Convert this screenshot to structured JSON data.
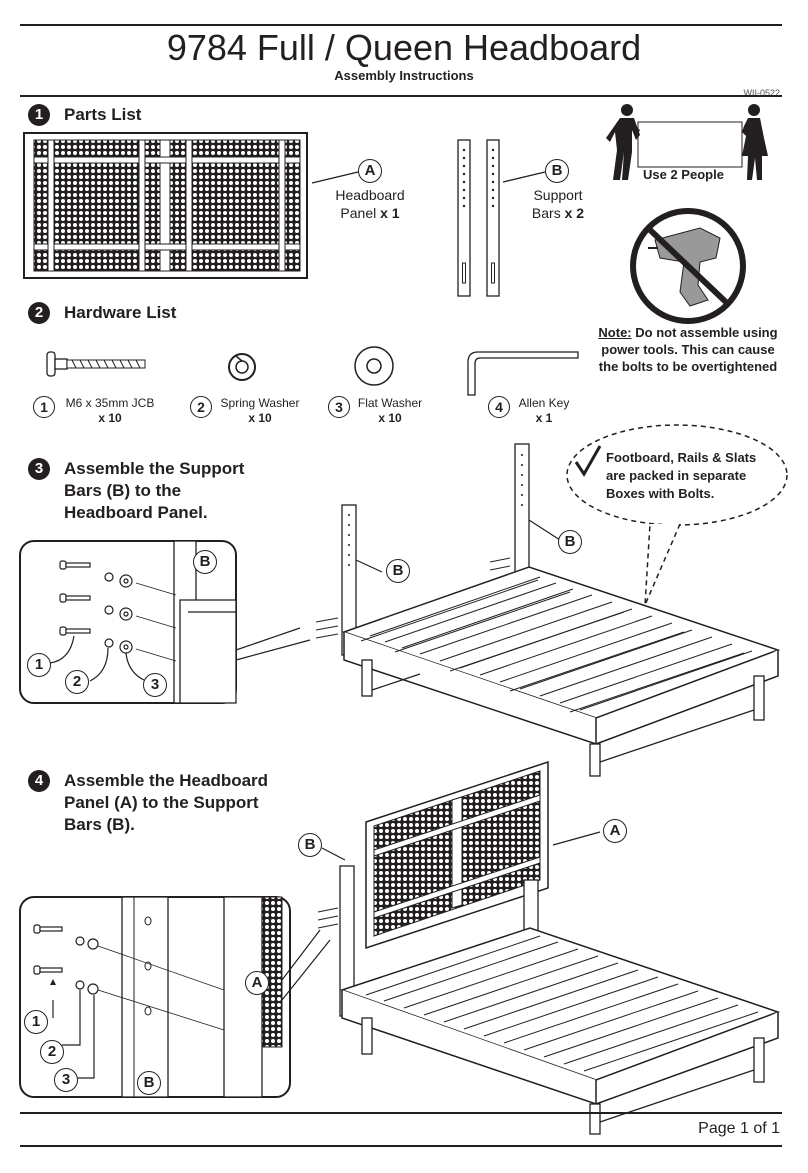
{
  "header": {
    "title": "9784 Full / Queen Headboard",
    "subtitle": "Assembly Instructions",
    "code": "WII-0522"
  },
  "steps": [
    {
      "number": "1",
      "heading": "Parts List"
    },
    {
      "number": "2",
      "heading": "Hardware List"
    },
    {
      "number": "3",
      "heading": "Assemble the Support Bars (B) to the Headboard Panel."
    },
    {
      "number": "4",
      "heading": "Assemble the Headboard Panel (A) to the Support Bars (B)."
    }
  ],
  "parts": [
    {
      "letter": "A",
      "name": "Headboard Panel",
      "qty": "x 1"
    },
    {
      "letter": "B",
      "name": "Support Bars",
      "qty": "x 2"
    }
  ],
  "hardware": [
    {
      "number": "1",
      "name": "M6 x 35mm JCB",
      "qty": "x 10"
    },
    {
      "number": "2",
      "name": "Spring Washer",
      "qty": "x 10"
    },
    {
      "number": "3",
      "name": "Flat Washer",
      "qty": "x 10"
    },
    {
      "number": "4",
      "name": "Allen Key",
      "qty": "x 1"
    }
  ],
  "people_label": "Use 2 People",
  "note": {
    "label": "Note:",
    "text": "Do not assemble using power tools. This can cause the bolts to be overtightened"
  },
  "bubble_text": "Footboard, Rails & Slats are packed in separate Boxes with Bolts.",
  "callouts": {
    "A": "A",
    "B": "B",
    "n1": "1",
    "n2": "2",
    "n3": "3"
  },
  "footer": {
    "page": "Page 1 of 1"
  }
}
